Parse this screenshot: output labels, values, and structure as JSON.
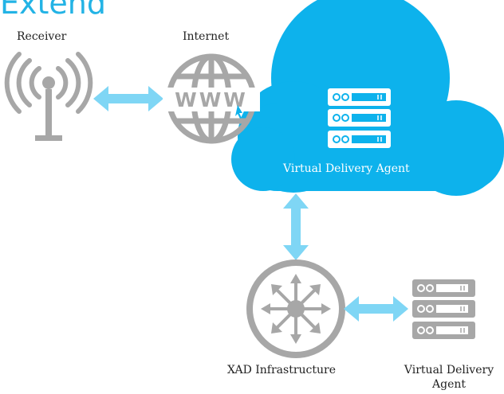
{
  "title": "Extend",
  "nodes": {
    "receiver": {
      "label": "Receiver",
      "icon": "antenna-signal-icon"
    },
    "internet": {
      "label": "Internet",
      "icon": "www-globe-icon"
    },
    "cloud": {
      "label": "Virtual Delivery Agent",
      "icon": "server-rack-icon"
    },
    "xad": {
      "label": "XAD Infrastructure",
      "icon": "hub-wheel-icon"
    },
    "vda_onprem": {
      "label": "Virtual Delivery Agent",
      "icon": "server-rack-icon"
    }
  },
  "connections": [
    {
      "from": "receiver",
      "to": "internet",
      "direction": "bidirectional"
    },
    {
      "from": "cloud",
      "to": "xad",
      "direction": "bidirectional"
    },
    {
      "from": "xad",
      "to": "vda_onprem",
      "direction": "bidirectional"
    }
  ],
  "colors": {
    "accent": "#23b3e5",
    "cloud": "#0db2ec",
    "arrow": "#7fd6f5",
    "icon_gray": "#a7a7a7",
    "server_light": "#ffffff"
  }
}
